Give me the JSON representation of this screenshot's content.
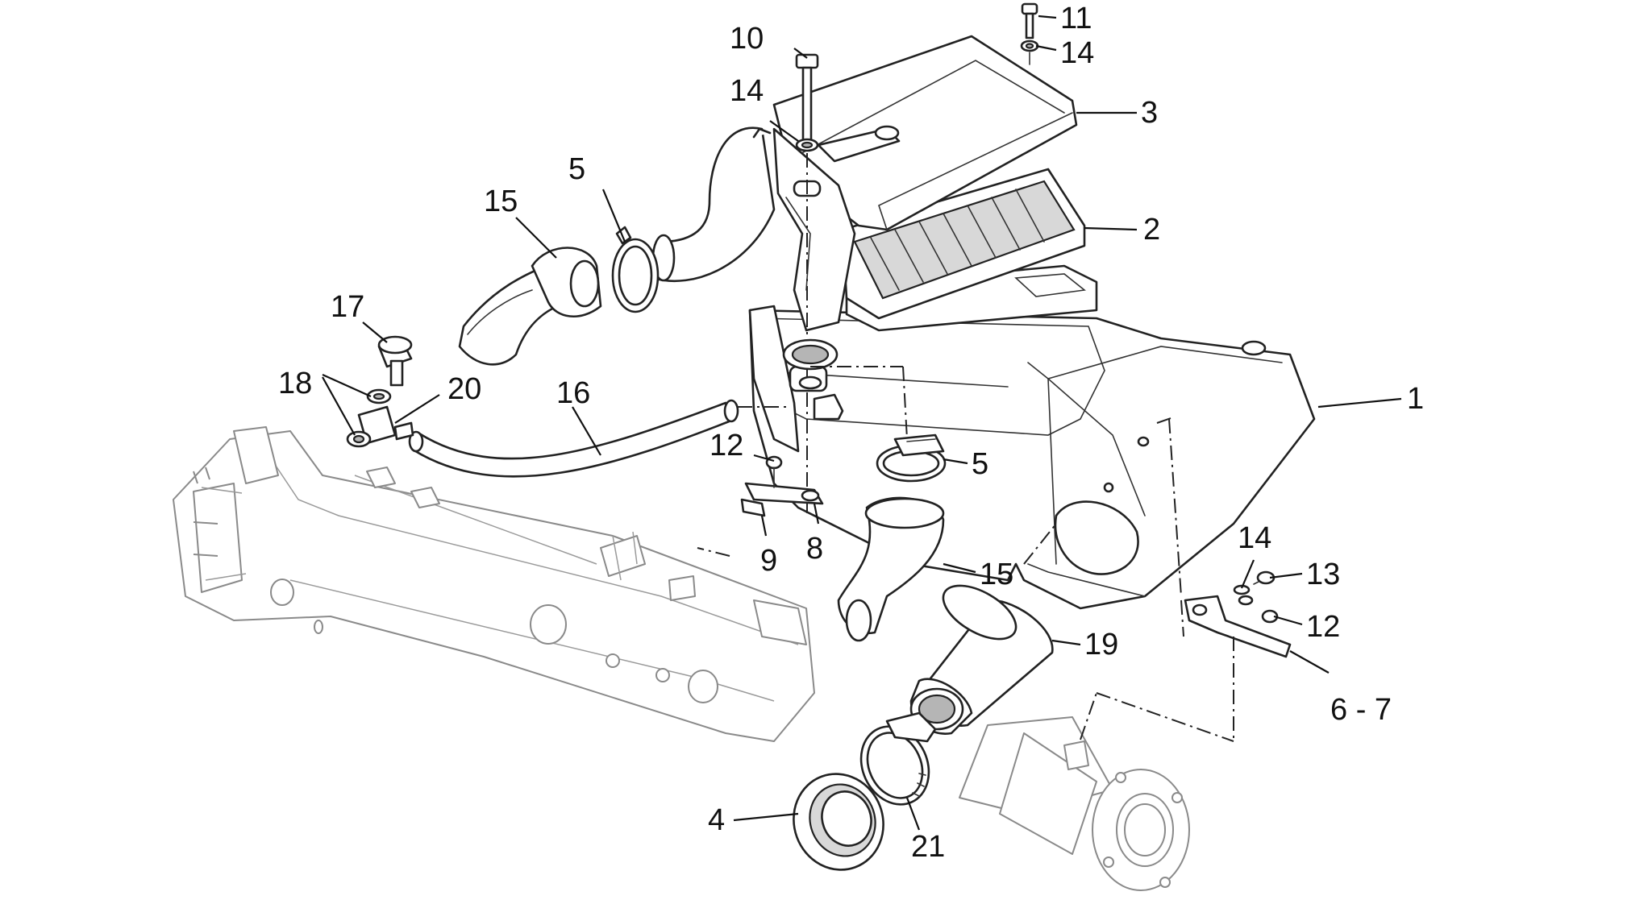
{
  "labels": {
    "p1": "1",
    "p2": "2",
    "p3": "3",
    "p4": "4",
    "p5a": "5",
    "p5b": "5",
    "p6_7": "6 - 7",
    "p8": "8",
    "p9": "9",
    "p10": "10",
    "p11": "11",
    "p12a": "12",
    "p12b": "12",
    "p13": "13",
    "p14a": "14",
    "p14b": "14",
    "p14c": "14",
    "p15a": "15",
    "p15b": "15",
    "p16": "16",
    "p17": "17",
    "p18": "18",
    "p19": "19",
    "p20": "20",
    "p21": "21"
  }
}
